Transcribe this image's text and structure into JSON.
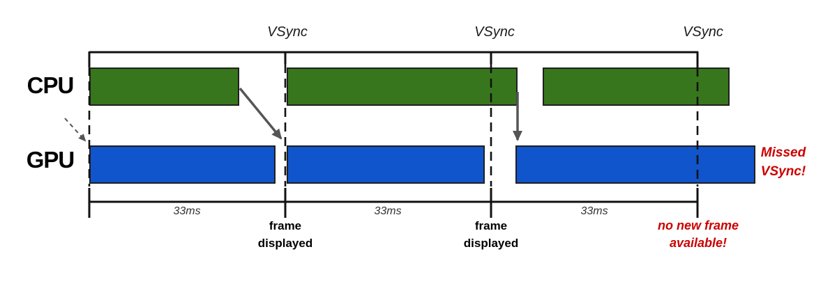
{
  "colors": {
    "cpu_bar": "#38761d",
    "gpu_bar": "#1155cc",
    "alert_text": "#cc0000",
    "arrow": "#555555",
    "line": "#111111",
    "bar_border": "#1f1f1f"
  },
  "rows": [
    {
      "label": "CPU"
    },
    {
      "label": "GPU"
    }
  ],
  "vsync_labels": [
    {
      "label": "VSync"
    },
    {
      "label": "VSync"
    },
    {
      "label": "VSync"
    }
  ],
  "interval_labels": [
    {
      "label": "33ms"
    },
    {
      "label": "33ms"
    },
    {
      "label": "33ms"
    }
  ],
  "event_labels": [
    {
      "label": "frame\ndisplayed"
    },
    {
      "label": "frame\ndisplayed"
    }
  ],
  "annotations": {
    "missed_vsync": "Missed\nVSync!",
    "no_new_frame": "no new frame\navailable!"
  }
}
